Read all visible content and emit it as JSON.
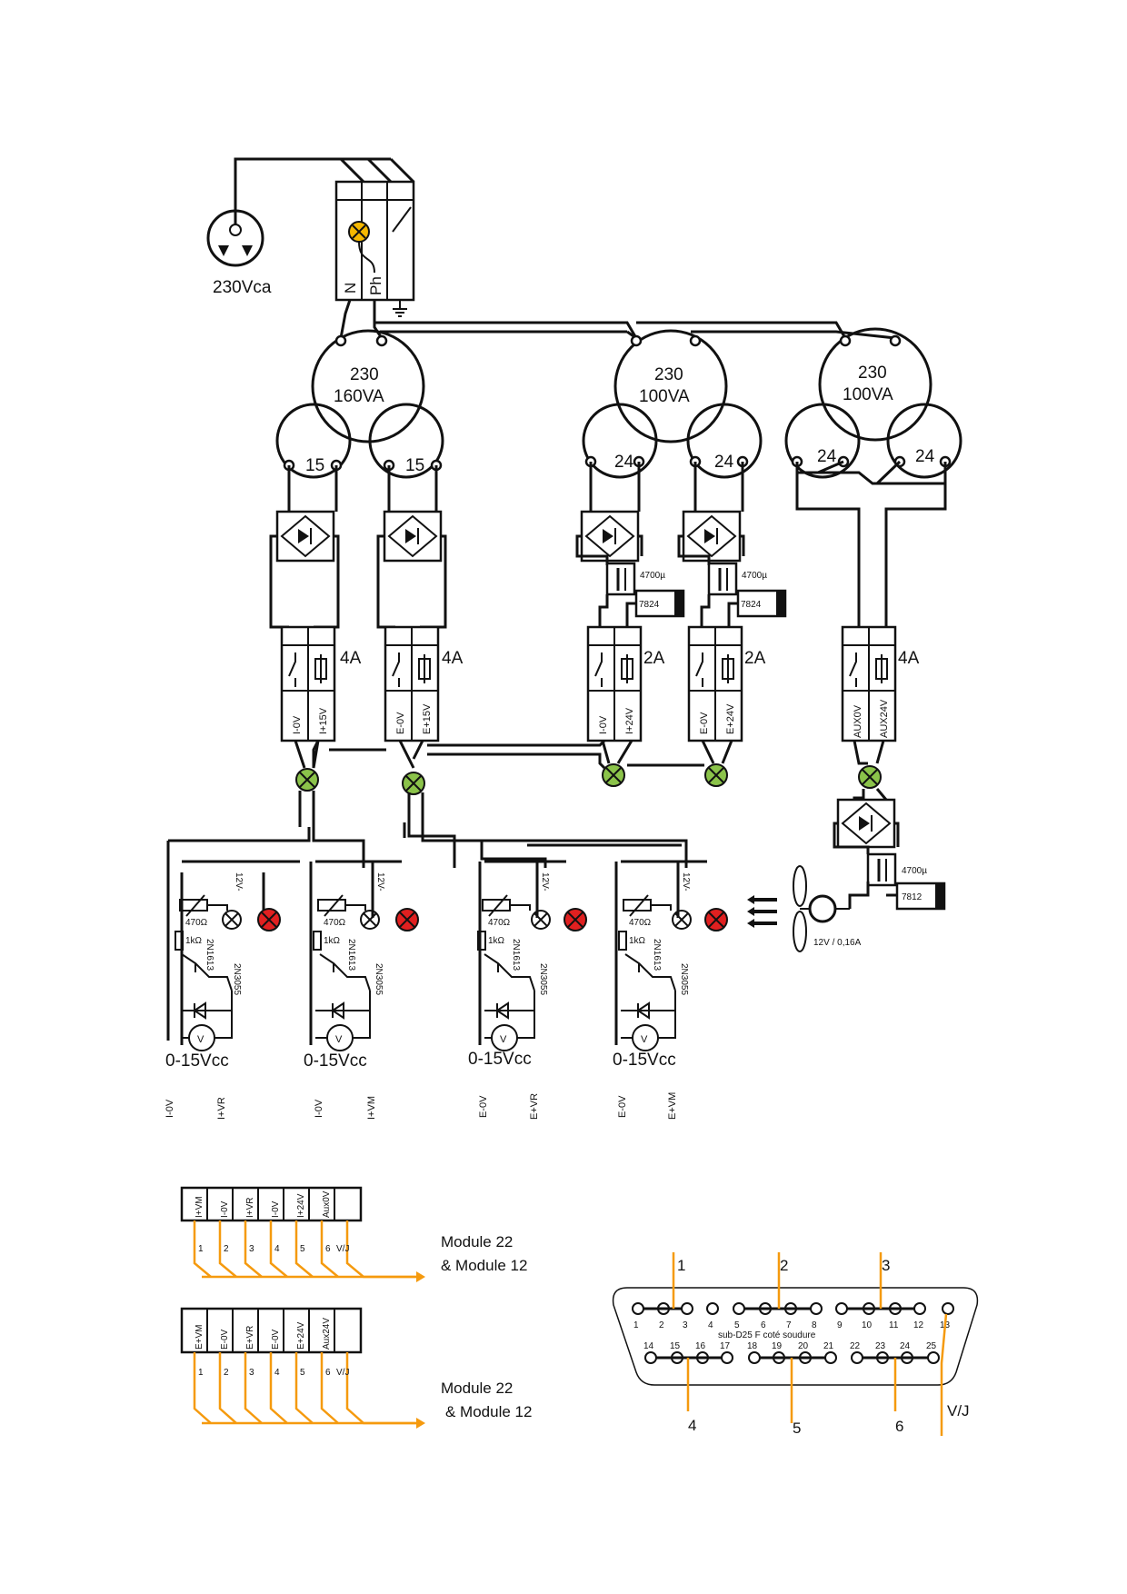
{
  "mains": {
    "label": "230Vca",
    "n": "N",
    "ph": "Ph"
  },
  "transformers": [
    {
      "primary": "230",
      "rating": "160VA",
      "secondaries": [
        "15",
        "15"
      ]
    },
    {
      "primary": "230",
      "rating": "100VA",
      "secondaries": [
        "24",
        "24"
      ]
    },
    {
      "primary": "230",
      "rating": "100VA",
      "secondaries": [
        "24",
        "24"
      ]
    }
  ],
  "caps": [
    "4700µ",
    "4700µ",
    "4700µ"
  ],
  "regulators": [
    "7824",
    "7824",
    "7812"
  ],
  "breakers": [
    {
      "rating": "4A",
      "left": "I-0V",
      "right": "I+15V"
    },
    {
      "rating": "4A",
      "left": "E-0V",
      "right": "E+15V"
    },
    {
      "rating": "2A",
      "left": "I-0V",
      "right": "I+24V"
    },
    {
      "rating": "2A",
      "left": "E-0V",
      "right": "E+24V"
    },
    {
      "rating": "4A",
      "left": "AUX0V",
      "right": "AUX24V"
    }
  ],
  "supply": {
    "pot": "470Ω",
    "res": "1kΩ",
    "t1": "2N1613",
    "t2": "2N3055",
    "lamp": "12V-",
    "meter": "V",
    "units": [
      {
        "range": "0-15Vcc",
        "minus": "I-0V",
        "plus": "I+VR"
      },
      {
        "range": "0-15Vcc",
        "minus": "I-0V",
        "plus": "I+VM"
      },
      {
        "range": "0-15Vcc",
        "minus": "E-0V",
        "plus": "E+VR"
      },
      {
        "range": "0-15Vcc",
        "minus": "E-0V",
        "plus": "E+VM"
      }
    ]
  },
  "fan": {
    "label": "12V / 0,16A"
  },
  "terminal_blocks": [
    {
      "terminals": [
        "I+VM",
        "I-0V",
        "I+VR",
        "I-0V",
        "I+24V",
        "Aux0V",
        ""
      ],
      "numbers": [
        "1",
        "2",
        "3",
        "4",
        "5",
        "6",
        "V/J"
      ],
      "dest": "Module 22\n& Module 12"
    },
    {
      "terminals": [
        "E+VM",
        "E-0V",
        "E+VR",
        "E-0V",
        "E+24V",
        "Aux24V",
        ""
      ],
      "numbers": [
        "1",
        "2",
        "3",
        "4",
        "5",
        "6",
        "V/J"
      ],
      "dest": "Module 22\n & Module 12"
    }
  ],
  "connector": {
    "title": "sub-D25 F coté soudure",
    "top_pins": [
      "1",
      "2",
      "3",
      "4",
      "5",
      "6",
      "7",
      "8",
      "9",
      "10",
      "11",
      "12",
      "13"
    ],
    "bottom_pins": [
      "14",
      "15",
      "16",
      "17",
      "18",
      "19",
      "20",
      "21",
      "22",
      "23",
      "24",
      "25"
    ],
    "wires_top": [
      "1",
      "2",
      "3"
    ],
    "wires_bottom": [
      "4",
      "5",
      "6"
    ],
    "vj": "V/J"
  },
  "colors": {
    "wire": "#111111",
    "orange": "#f59a0e",
    "green": "#8bc34a",
    "red": "#e02020",
    "amber": "#f5b800"
  }
}
